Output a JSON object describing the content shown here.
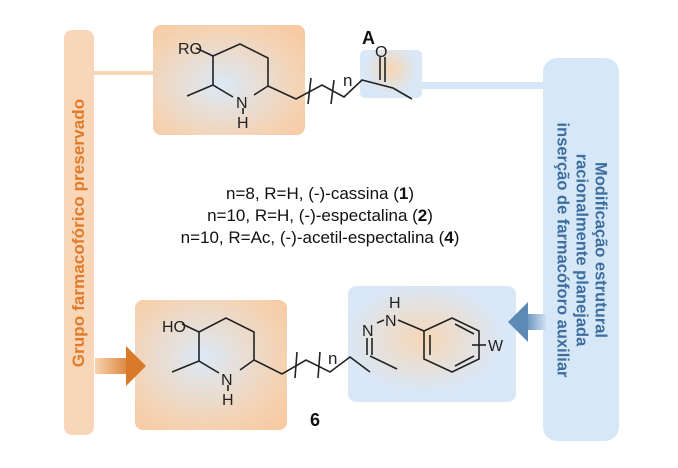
{
  "left_banner": {
    "text": "Grupo farmacofórico preservado",
    "color": "#e07b2a",
    "bg": "#f9d6b8"
  },
  "right_banner": {
    "lines": [
      "Modificação estrutural",
      "racionalmente planejada",
      "inserção de farmacóforo auxiliar"
    ],
    "color": "#3d6e9e",
    "bg": "#d6e8f8"
  },
  "structure_A": {
    "label": "A",
    "substituent": "RO",
    "ring_N": "N",
    "ring_H": "H",
    "repeat": "n",
    "carbonyl_O": "O"
  },
  "compounds": [
    {
      "prefix": "n=8, R=H, (-)-cassina (",
      "number": "1",
      "suffix": ")"
    },
    {
      "prefix": "n=10, R=H, (-)-espectalina (",
      "number": "2",
      "suffix": ")"
    },
    {
      "prefix": "n=10, R=Ac, (-)-acetil-espectalina (",
      "number": "4",
      "suffix": ")"
    }
  ],
  "structure_6": {
    "label": "6",
    "substituent": "HO",
    "ring_N": "N",
    "ring_H": "H",
    "repeat": "n",
    "hydrazone_N": "N",
    "hydrazone_NH_N": "N",
    "hydrazone_NH_H": "H",
    "aryl_substituent": "W"
  },
  "colors": {
    "orange": "#e07b2a",
    "blue": "#3d6e9e"
  }
}
